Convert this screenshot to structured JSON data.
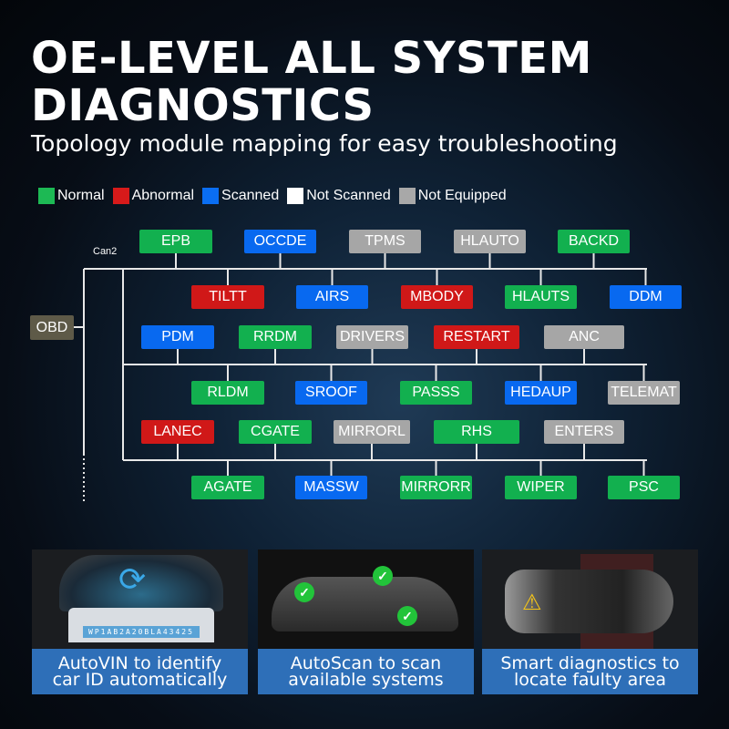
{
  "title_line1": "OE-LEVEL ALL SYSTEM",
  "title_line2": "DIAGNOSTICS",
  "subtitle": "Topology module mapping for easy troubleshooting",
  "legend": [
    {
      "label": "Normal",
      "color": "#1db954"
    },
    {
      "label": "Abnormal",
      "color": "#d71a1a"
    },
    {
      "label": "Scanned",
      "color": "#0a6ef2"
    },
    {
      "label": "Not Scanned",
      "color": "#ffffff"
    },
    {
      "label": "Not Equipped",
      "color": "#a8a8a8"
    }
  ],
  "status_colors": {
    "normal": "#12b04f",
    "abnormal": "#d01818",
    "scanned": "#0869f0",
    "not_equipped": "#a6a6a6"
  },
  "bus_label": "Can2",
  "root": "OBD",
  "rows": [
    [
      {
        "label": "EPB",
        "status": "normal"
      },
      {
        "label": "OCCDE",
        "status": "scanned"
      },
      {
        "label": "TPMS",
        "status": "not_equipped"
      },
      {
        "label": "HLAUTO",
        "status": "not_equipped"
      },
      {
        "label": "BACKD",
        "status": "normal"
      }
    ],
    [
      {
        "label": "TILTT",
        "status": "abnormal"
      },
      {
        "label": "AIRS",
        "status": "scanned"
      },
      {
        "label": "MBODY",
        "status": "abnormal"
      },
      {
        "label": "HLAUTS",
        "status": "normal"
      },
      {
        "label": "DDM",
        "status": "scanned"
      }
    ],
    [
      {
        "label": "PDM",
        "status": "scanned"
      },
      {
        "label": "RRDM",
        "status": "normal"
      },
      {
        "label": "DRIVERS",
        "status": "not_equipped"
      },
      {
        "label": "RESTART",
        "status": "abnormal"
      },
      {
        "label": "ANC",
        "status": "not_equipped"
      }
    ],
    [
      {
        "label": "RLDM",
        "status": "normal"
      },
      {
        "label": "SROOF",
        "status": "scanned"
      },
      {
        "label": "PASSS",
        "status": "normal"
      },
      {
        "label": "HEDAUP",
        "status": "scanned"
      },
      {
        "label": "TELEMAT",
        "status": "not_equipped"
      }
    ],
    [
      {
        "label": "LANEC",
        "status": "abnormal"
      },
      {
        "label": "CGATE",
        "status": "normal"
      },
      {
        "label": "MIRRORL",
        "status": "not_equipped"
      },
      {
        "label": "RHS",
        "status": "normal"
      },
      {
        "label": "ENTERS",
        "status": "not_equipped"
      }
    ],
    [
      {
        "label": "AGATE",
        "status": "normal"
      },
      {
        "label": "MASSW",
        "status": "scanned"
      },
      {
        "label": "MIRRORR",
        "status": "normal"
      },
      {
        "label": "WIPER",
        "status": "normal"
      },
      {
        "label": "PSC",
        "status": "normal"
      }
    ]
  ],
  "features": [
    {
      "caption_line1": "AutoVIN to identify",
      "caption_line2": "car ID automatically",
      "vin": "WP1AB2A20BLA43425"
    },
    {
      "caption_line1": "AutoScan to scan",
      "caption_line2": "available systems"
    },
    {
      "caption_line1": "Smart diagnostics to",
      "caption_line2": "locate faulty area"
    }
  ]
}
